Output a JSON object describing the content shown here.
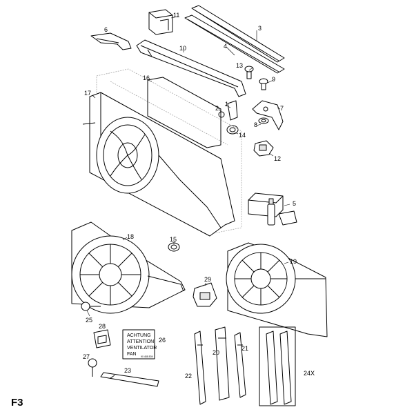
{
  "figure_label": "F3",
  "callouts": {
    "c1": "1",
    "c2": "2",
    "c3": "3",
    "c4": "4",
    "c5": "5",
    "c6": "6",
    "c7": "7",
    "c8": "8",
    "c9": "9",
    "c10": "10",
    "c11": "11",
    "c12": "12",
    "c13": "13",
    "c14": "14",
    "c15": "15",
    "c16": "16",
    "c17": "17",
    "c18": "18",
    "c19": "19",
    "c20": "20",
    "c21": "21",
    "c22": "22",
    "c23": "23",
    "c24": "24X",
    "c25": "25",
    "c26": "26",
    "c27": "27",
    "c28": "28",
    "c29": "29"
  },
  "warning_label": {
    "line1": "ACHTUNG",
    "line2": "ATTENTION",
    "line3": "VENTILATOR",
    "line4": "FAN",
    "small_code": "90 488 839"
  }
}
